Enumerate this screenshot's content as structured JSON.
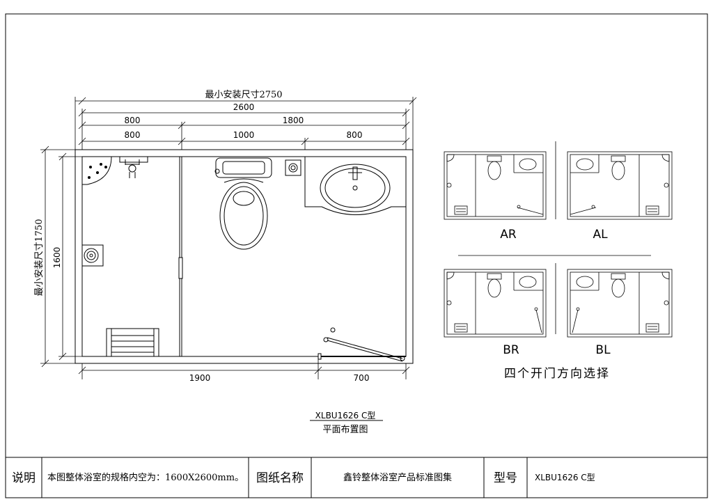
{
  "plan": {
    "dims": {
      "min_install_width": "最小安装尺寸2750",
      "total_width": "2600",
      "seg_a1": "800",
      "seg_a2": "1800",
      "seg_b1": "800",
      "seg_b2": "1000",
      "seg_b3": "800",
      "min_install_depth": "最小安装尺寸1750",
      "depth": "1600",
      "bottom_1": "1900",
      "bottom_2": "700"
    },
    "title": "XLBU1626 C型",
    "subtitle": "平面布置图"
  },
  "options": {
    "labels": [
      "AR",
      "AL",
      "BR",
      "BL"
    ],
    "caption": "四个开门方向选择"
  },
  "titleblock": {
    "desc_label": "说明",
    "desc_text": "本图整体浴室的规格内空为：1600X2600mm。",
    "name_label": "图纸名称",
    "name_text": "鑫铃整体浴室产品标准图集",
    "model_label": "型号",
    "model_text": "XLBU1626 C型"
  }
}
